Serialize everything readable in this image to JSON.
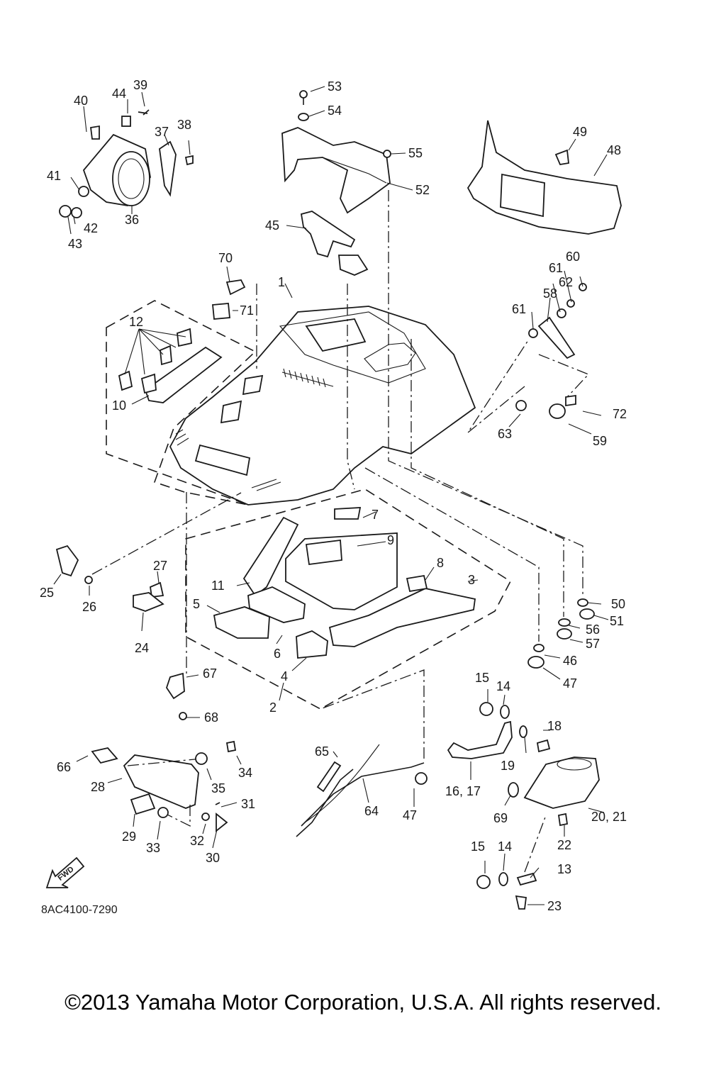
{
  "diagram": {
    "labels": [
      "1",
      "2",
      "3",
      "4",
      "5",
      "6",
      "7",
      "8",
      "9",
      "10",
      "11",
      "12",
      "13",
      "14",
      "14",
      "15",
      "15",
      "16, 17",
      "18",
      "19",
      "20, 21",
      "22",
      "23",
      "24",
      "25",
      "26",
      "27",
      "28",
      "29",
      "30",
      "31",
      "32",
      "33",
      "34",
      "35",
      "36",
      "37",
      "38",
      "39",
      "40",
      "41",
      "42",
      "43",
      "44",
      "45",
      "46",
      "47",
      "47",
      "48",
      "49",
      "50",
      "51",
      "52",
      "53",
      "54",
      "55",
      "56",
      "57",
      "58",
      "59",
      "60",
      "61",
      "61",
      "62",
      "63",
      "64",
      "65",
      "66",
      "67",
      "68",
      "69",
      "70",
      "71",
      "72"
    ],
    "diagram_code": "8AC4100-7290",
    "fwd_label": "FWD"
  },
  "footer": {
    "copyright": "©2013 Yamaha Motor Corporation, U.S.A. All rights reserved."
  }
}
